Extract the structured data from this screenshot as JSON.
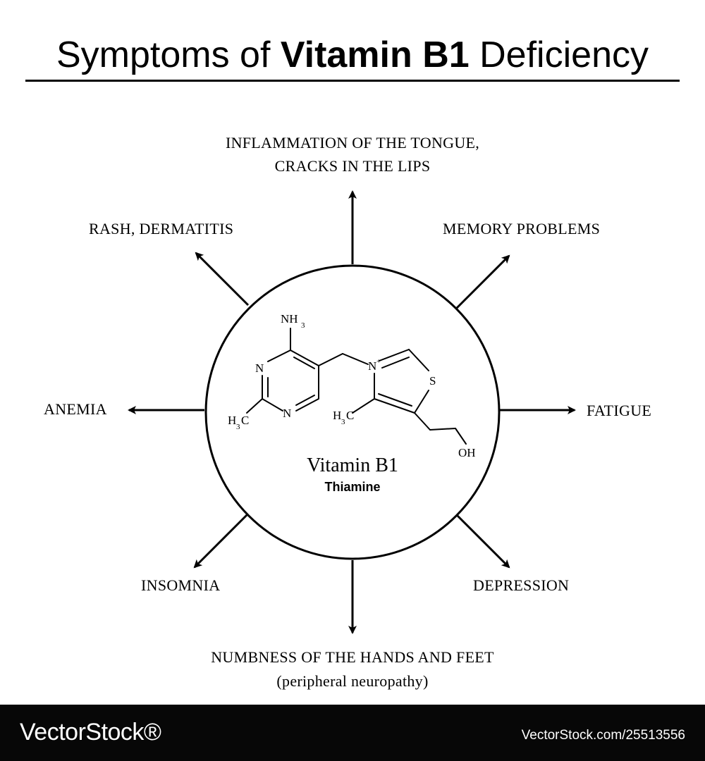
{
  "title": {
    "prefix": "Symptoms of",
    "emphasis": "Vitamin B1",
    "suffix": "Deficiency"
  },
  "symptoms": {
    "top_line1": "INFLAMMATION OF THE TONGUE,",
    "top_line2": "CRACKS IN THE LIPS",
    "top_left": "RASH, DERMATITIS",
    "top_right": "MEMORY PROBLEMS",
    "left": "ANEMIA",
    "right": "FATIGUE",
    "bottom_left": "INSOMNIA",
    "bottom_right": "DEPRESSION",
    "bottom_line1": "NUMBNESS OF THE HANDS AND FEET",
    "bottom_line2": "(peripheral neuropathy)"
  },
  "molecule": {
    "name": "Vitamin B1",
    "common_name": "Thiamine",
    "atoms": {
      "amine": "NH",
      "amine_sub": "3",
      "n1": "N",
      "n2": "N",
      "methyl_left": "H",
      "methyl_left_sub": "3",
      "methyl_left_c": "C",
      "n_plus": "N",
      "plus": "+",
      "sulfur": "S",
      "methyl_right": "H",
      "methyl_right_sub": "3",
      "methyl_right_c": "C",
      "hydroxyl": "OH"
    }
  },
  "watermark": {
    "brand": "VectorStock®",
    "url": "VectorStock.com/25513556"
  }
}
